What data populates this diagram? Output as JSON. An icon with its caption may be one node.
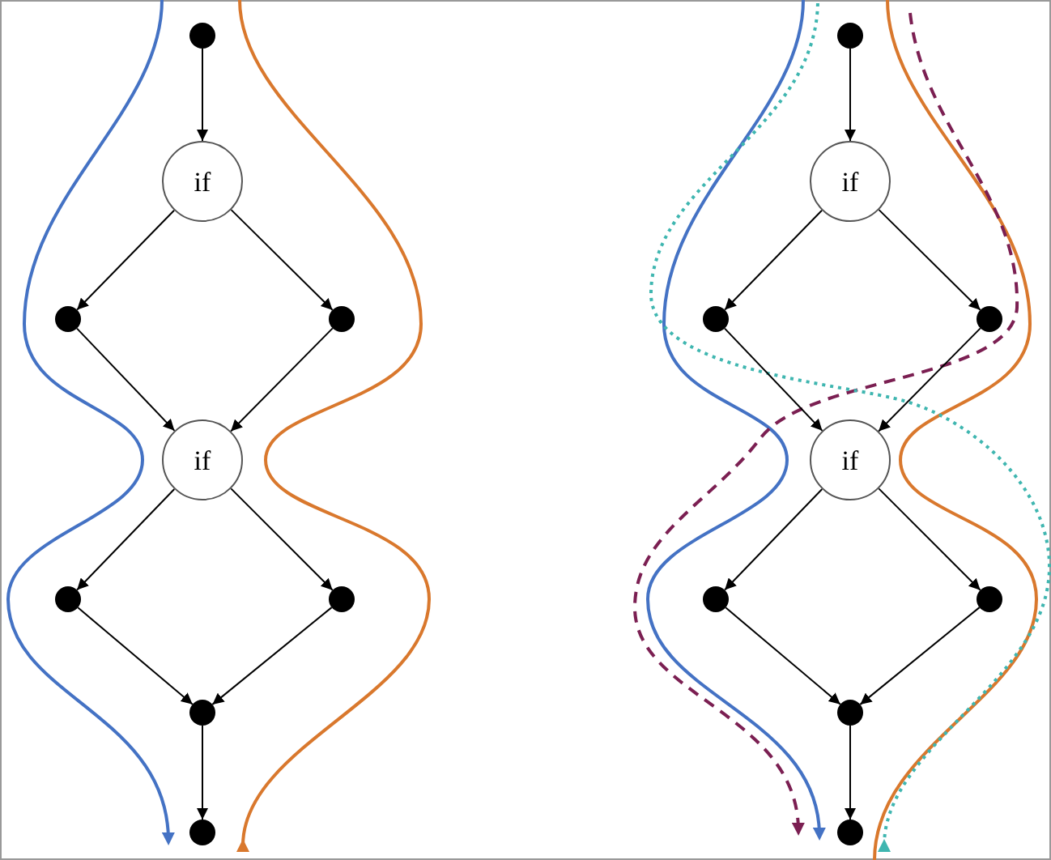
{
  "diagram": {
    "nodes": [
      {
        "text": [],
        "shape": "circle"
      },
      {
        "text": [
          "if"
        ]
      },
      {
        "text": [],
        "shape": "circle"
      },
      {
        "text": [],
        "shape": "circle"
      },
      {
        "text": [
          "if"
        ]
      },
      {
        "text": [],
        "shape": "circle"
      },
      {
        "text": [],
        "shape": "circle"
      },
      {
        "text": [],
        "shape": "circle"
      },
      {
        "text": [],
        "shape": "circle"
      },
      {
        "text": [],
        "shape": "circle"
      },
      {
        "text": [
          "if"
        ]
      },
      {
        "text": [],
        "shape": "circle"
      },
      {
        "text": [],
        "shape": "circle"
      },
      {
        "text": [
          "if"
        ]
      },
      {
        "text": [],
        "shape": "circle"
      },
      {
        "text": [],
        "shape": "circle"
      },
      {
        "text": [],
        "shape": "circle"
      },
      {
        "text": [],
        "shape": "circle"
      }
    ],
    "edges": [
      {
        "from": 0,
        "to": 1,
        "arrow": "to"
      },
      {
        "from": 1,
        "to": 2,
        "arrow": "to"
      },
      {
        "from": 1,
        "to": 3,
        "arrow": "to"
      },
      {
        "from": 2,
        "to": 4,
        "arrow": "to"
      },
      {
        "from": 3,
        "to": 4,
        "arrow": "to"
      },
      {
        "from": 4,
        "to": 5,
        "arrow": "to"
      },
      {
        "from": 4,
        "to": 6,
        "arrow": "to"
      },
      {
        "from": 5,
        "to": 7,
        "arrow": "to"
      },
      {
        "from": 6,
        "to": 7,
        "arrow": "to"
      },
      {
        "from": 7,
        "to": 8,
        "arrow": "to"
      },
      {
        "from": 9,
        "to": 10,
        "arrow": "to"
      },
      {
        "from": 10,
        "to": 11,
        "arrow": "to"
      },
      {
        "from": 10,
        "to": 12,
        "arrow": "to"
      },
      {
        "from": 11,
        "to": 13,
        "arrow": "to"
      },
      {
        "from": 12,
        "to": 13,
        "arrow": "to"
      },
      {
        "from": 13,
        "to": 14,
        "arrow": "to"
      },
      {
        "from": 13,
        "to": 15,
        "arrow": "to"
      },
      {
        "from": 14,
        "to": 16,
        "arrow": "to"
      },
      {
        "from": 15,
        "to": 16,
        "arrow": "to"
      },
      {
        "from": 16,
        "to": 17,
        "arrow": "to"
      }
    ]
  }
}
